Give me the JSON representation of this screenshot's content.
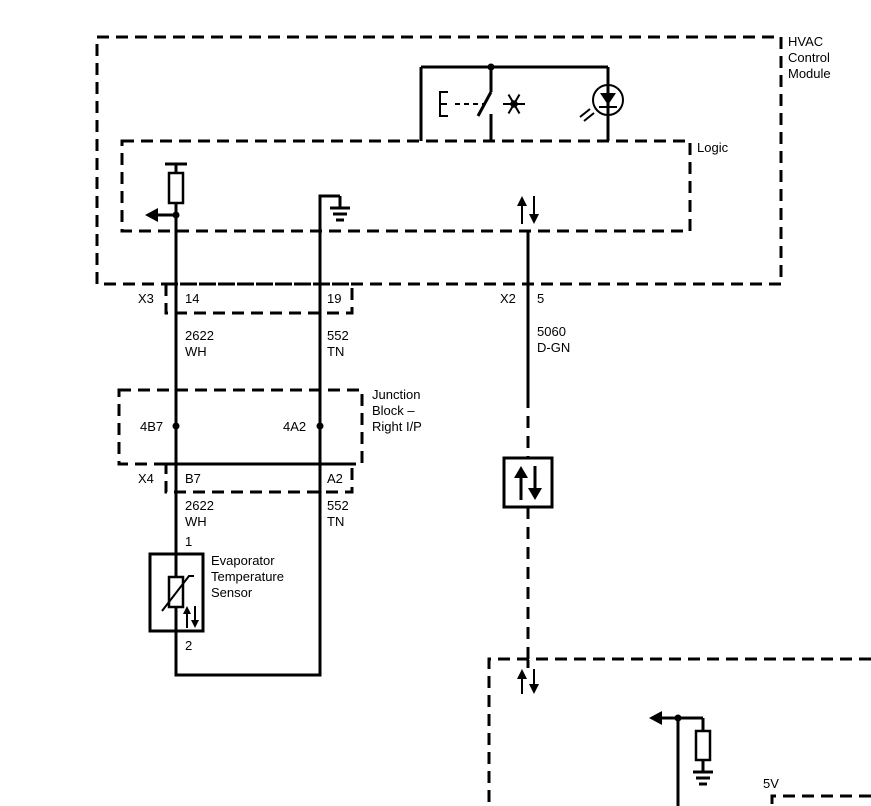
{
  "hvac_module": {
    "name_lines": [
      "HVAC",
      "Control",
      "Module"
    ],
    "logic_label": "Logic"
  },
  "connectors": {
    "x3": {
      "name": "X3",
      "pins": [
        "14",
        "19"
      ]
    },
    "x2": {
      "name": "X2",
      "pin": "5"
    },
    "x4": {
      "name": "X4",
      "pins": [
        "B7",
        "A2"
      ]
    }
  },
  "wires": {
    "w2622_upper": {
      "circuit": "2622",
      "color": "WH"
    },
    "w552_upper": {
      "circuit": "552",
      "color": "TN"
    },
    "w5060": {
      "circuit": "5060",
      "color": "D-GN"
    },
    "w2622_lower": {
      "circuit": "2622",
      "color": "WH"
    },
    "w552_lower": {
      "circuit": "552",
      "color": "TN"
    }
  },
  "junction_block": {
    "name_lines": [
      "Junction",
      "Block –",
      "Right I/P"
    ],
    "terminals": [
      "4B7",
      "4A2"
    ]
  },
  "sensor": {
    "name_lines": [
      "Evaporator",
      "Temperature",
      "Sensor"
    ],
    "pin_top": "1",
    "pin_bottom": "2"
  },
  "lower_module": {
    "voltage_label": "5V"
  }
}
